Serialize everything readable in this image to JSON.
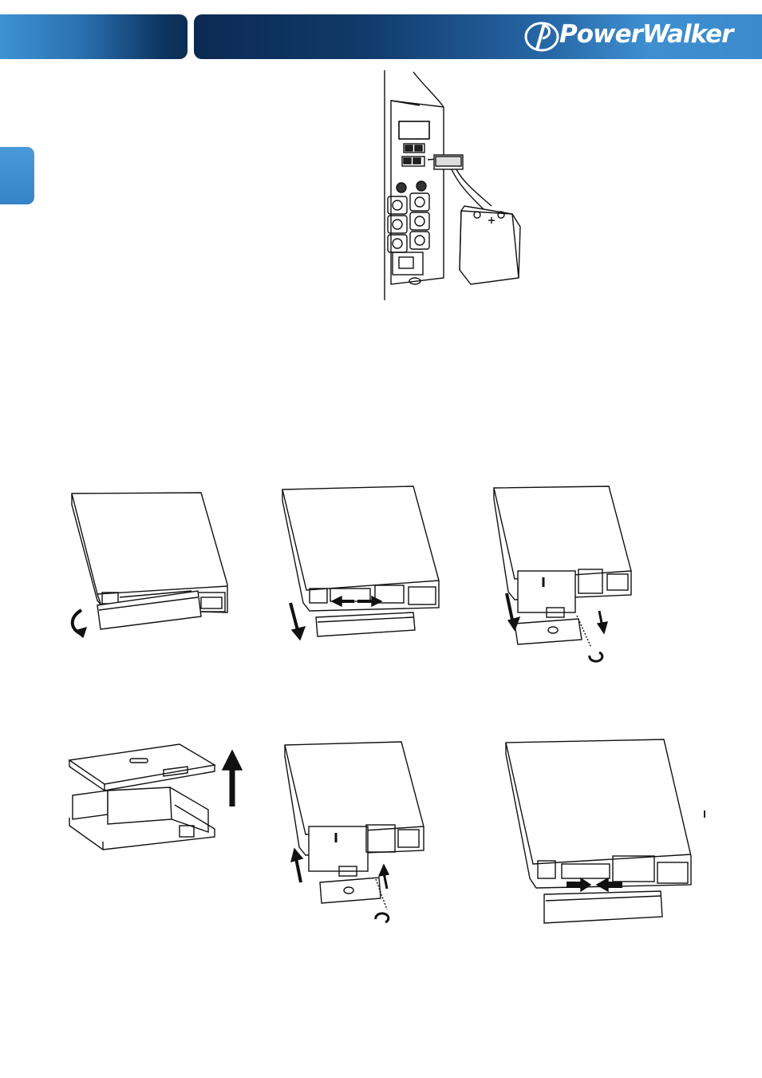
{
  "header": {
    "brand": "PowerWalker",
    "colors": {
      "dark_blue": "#0b2a52",
      "light_blue": "#3e8fd0",
      "tab_blue": "#3584c7"
    }
  },
  "figures": {
    "battery_connection": {
      "icon": "ups-tower-external-battery-illustration"
    },
    "steps": [
      {
        "icon": "remove-front-panel-illustration"
      },
      {
        "icon": "disconnect-battery-cable-illustration"
      },
      {
        "icon": "remove-battery-bracket-illustration"
      },
      {
        "icon": "replace-battery-pack-illustration"
      },
      {
        "icon": "reinstall-battery-bracket-illustration"
      },
      {
        "icon": "reattach-front-panel-illustration"
      }
    ]
  }
}
